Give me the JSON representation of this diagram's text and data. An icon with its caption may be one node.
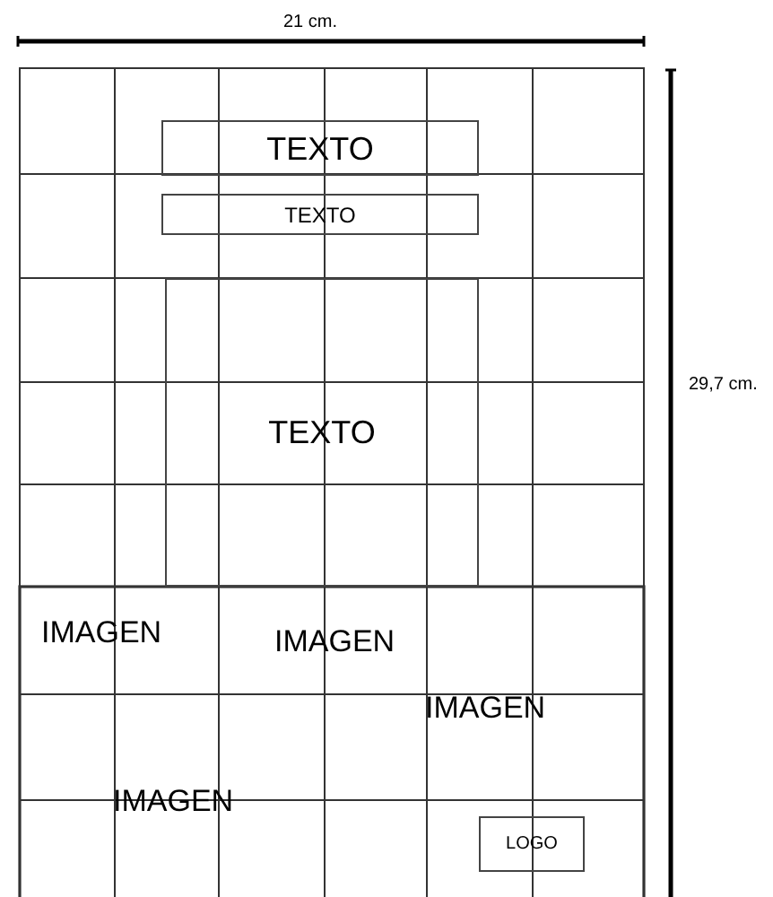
{
  "diagram": {
    "nodes": [
      {
        "text": [
          "TEXTO"
        ]
      },
      {
        "text": [
          "TEXTO"
        ]
      },
      {
        "text": [
          "TEXTO"
        ]
      },
      {
        "text": [
          "LOGO"
        ]
      }
    ],
    "labels": [
      "21 cm.",
      "29,7 cm.",
      "IMAGEN",
      "IMAGEN",
      "IMAGEN",
      "IMAGEN"
    ]
  }
}
